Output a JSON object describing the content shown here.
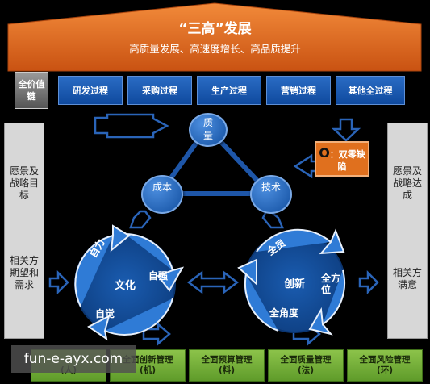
{
  "roof": {
    "title": "“三高”发展",
    "subtitle": "高质量发展、高速度增长、高品质提升"
  },
  "value_chain": {
    "label": "全价值链",
    "stages": [
      "研发过程",
      "采购过程",
      "生产过程",
      "营销过程",
      "其他全过程"
    ]
  },
  "left_panel": {
    "top": "愿景及战略目标",
    "bottom": "相关方期望和需求"
  },
  "right_panel": {
    "top": "愿景及战略达成",
    "bottom": "相关方满意"
  },
  "triangle": {
    "quality": "质量",
    "cost": "成本",
    "technology": "技术"
  },
  "zero_defect": {
    "letter": "O",
    "text": "：双零缺陷"
  },
  "left_cycle": {
    "center": "文化",
    "segments": [
      "自力",
      "自强",
      "自觉"
    ]
  },
  "right_cycle": {
    "center": "创新",
    "segments": [
      "全员",
      "全方位",
      "全角度"
    ]
  },
  "bottom_boxes": [
    {
      "title": "",
      "tag": "(人)"
    },
    {
      "title": "全面创新管理",
      "tag": "(机)"
    },
    {
      "title": "全面预算管理",
      "tag": "(料)"
    },
    {
      "title": "全面质量管理",
      "tag": "(法)"
    },
    {
      "title": "全面风险管理",
      "tag": "(环)"
    }
  ],
  "watermark": "fun-e-ayx.com",
  "colors": {
    "roof": "#e06a1c",
    "chain": "#1857b0",
    "bottom": "#72ad36",
    "accent": "#e0701e"
  }
}
